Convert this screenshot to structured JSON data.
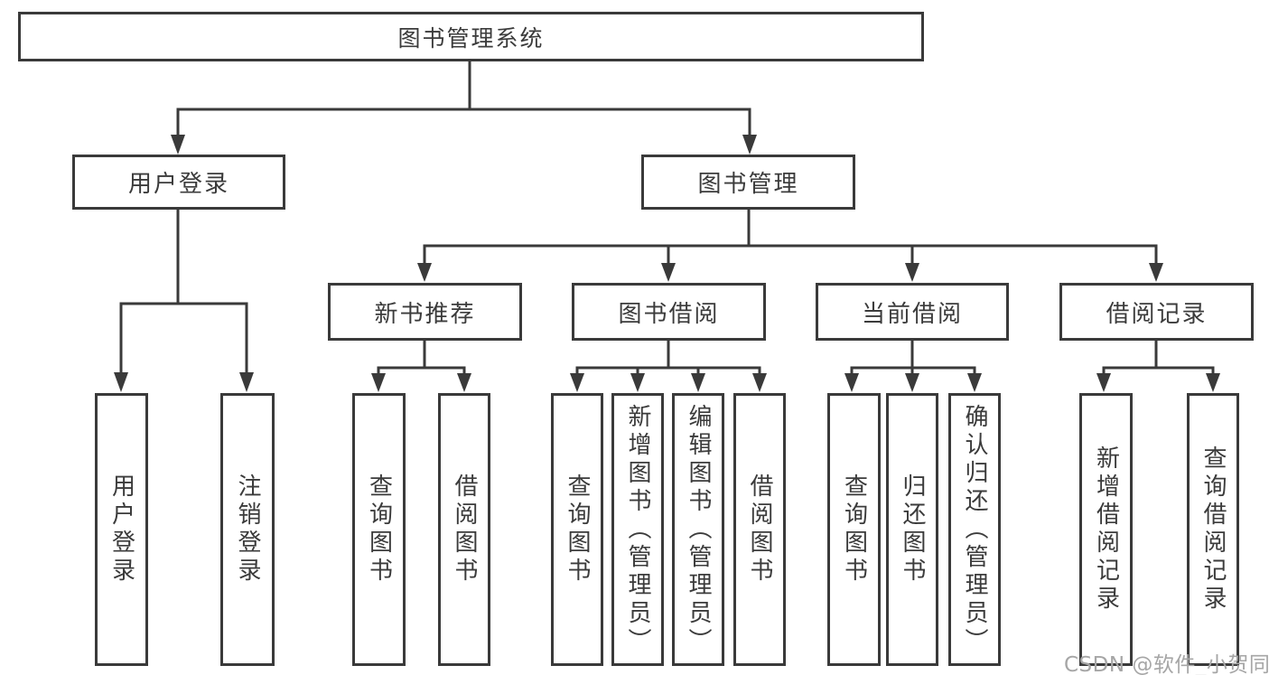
{
  "diagram": {
    "root": "图书管理系统",
    "branches": [
      {
        "label": "用户登录",
        "children": [
          "用户登录",
          "注销登录"
        ]
      },
      {
        "label": "图书管理",
        "children": [
          {
            "label": "新书推荐",
            "children": [
              "查询图书",
              "借阅图书"
            ]
          },
          {
            "label": "图书借阅",
            "children": [
              "查询图书",
              "新增图书（管理员）",
              "编辑图书（管理员）",
              "借阅图书"
            ]
          },
          {
            "label": "当前借阅",
            "children": [
              "查询图书",
              "归还图书",
              "确认归还（管理员）"
            ]
          },
          {
            "label": "借阅记录",
            "children": [
              "新增借阅记录",
              "查询借阅记录"
            ]
          }
        ]
      }
    ]
  },
  "watermark": "CSDN @软件_小贺同学",
  "colors": {
    "line": "#3a3a3a",
    "text": "#3b3b3b",
    "watermark": "#a6a6a6",
    "background": "#ffffff"
  }
}
